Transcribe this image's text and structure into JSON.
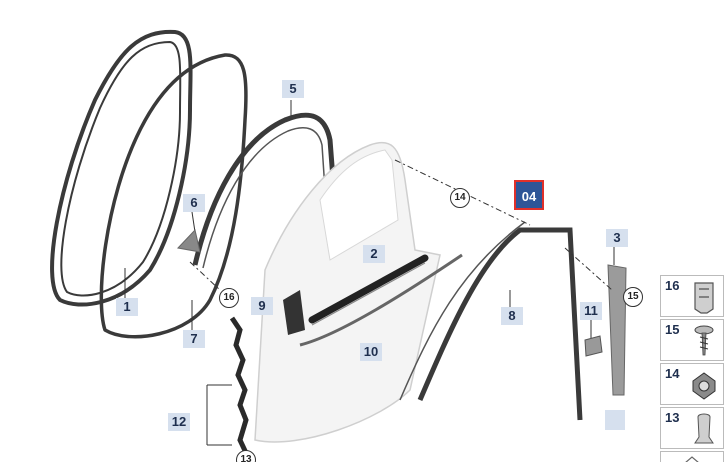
{
  "badge": {
    "label": "04",
    "border_color": "#e0302a",
    "fill_color": "#2e5597"
  },
  "callouts": [
    {
      "id": "lbl-1",
      "text": "1"
    },
    {
      "id": "lbl-2",
      "text": "2"
    },
    {
      "id": "lbl-3",
      "text": "3"
    },
    {
      "id": "lbl-5",
      "text": "5"
    },
    {
      "id": "lbl-6",
      "text": "6"
    },
    {
      "id": "lbl-7",
      "text": "7"
    },
    {
      "id": "lbl-8",
      "text": "8"
    },
    {
      "id": "lbl-9",
      "text": "9"
    },
    {
      "id": "lbl-10",
      "text": "10"
    },
    {
      "id": "lbl-11",
      "text": "11"
    },
    {
      "id": "lbl-12",
      "text": "12"
    }
  ],
  "circled_refs": {
    "r14": "14",
    "r15": "15",
    "r16": "16",
    "r13": "13"
  },
  "legend": [
    {
      "number": "16",
      "icon": "clip-icon"
    },
    {
      "number": "15",
      "icon": "screw-icon"
    },
    {
      "number": "14",
      "icon": "nut-icon"
    },
    {
      "number": "13",
      "icon": "plug-icon"
    }
  ],
  "label_color": "#d6e0ee"
}
